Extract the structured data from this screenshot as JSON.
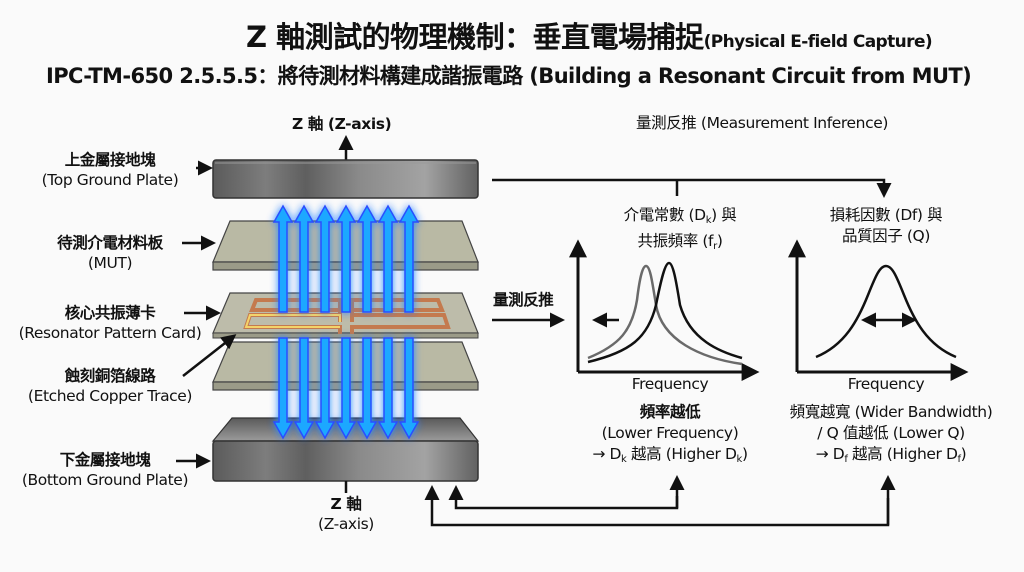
{
  "header": {
    "title_zh": "Z 軸測試的物理機制：垂直電場捕捉",
    "title_en": "(Physical E-field Capture)",
    "subtitle": "IPC-TM-650 2.5.5.5：將待測材料構建成諧振電路 (Building a Resonant Circuit from MUT)"
  },
  "stack": {
    "z_axis_top": "Z 軸  (Z-axis)",
    "z_axis_bottom_zh": "Z 軸",
    "z_axis_bottom_en": "(Z-axis)",
    "labels": [
      {
        "zh": "上金屬接地塊",
        "en": "(Top Ground Plate)"
      },
      {
        "zh": "待測介電材料板",
        "en": "(MUT)"
      },
      {
        "zh": "核心共振薄卡",
        "en": "(Resonator Pattern Card)"
      },
      {
        "zh": "蝕刻銅箔線路",
        "en": "(Etched Copper Trace)"
      },
      {
        "zh": "下金屬接地塊",
        "en": "(Bottom Ground Plate)"
      }
    ],
    "field_arrow_count": 7,
    "colors": {
      "field": "#1aa8ff",
      "glow": "#2b4dff",
      "plate": "#6f6f6f",
      "mut": "#b9b9a4",
      "copper": "#c47a4e"
    }
  },
  "inference": {
    "heading": "量測反推 (Measurement Inference)",
    "arrow_label": "量測反推",
    "left_plot": {
      "title_line1": "介電常數 (D",
      "title_sub1": "k",
      "title_tail1": ") 與",
      "title_line2": "共振頻率 (f",
      "title_sub2": "r",
      "title_tail2": ")",
      "xlabel": "Frequency",
      "note_zh": "頻率越低",
      "note_en": "(Lower Frequency)",
      "note_arrow": "→ D",
      "note_sub": "k",
      "note_mid": " 越高 (Higher D",
      "note_sub2": "k",
      "note_end": ")"
    },
    "right_plot": {
      "title_line1": "損耗因數 (Df) 與",
      "title_line2": "品質因子 (Q)",
      "xlabel": "Frequency",
      "note1": "頻寬越寬 (Wider Bandwidth)",
      "note2": "/ Q 值越低 (Lower Q)",
      "note3_a": "→ D",
      "note3_sub": "f",
      "note3_mid": " 越高 (Higher D",
      "note3_sub2": "f",
      "note3_end": ")"
    }
  }
}
